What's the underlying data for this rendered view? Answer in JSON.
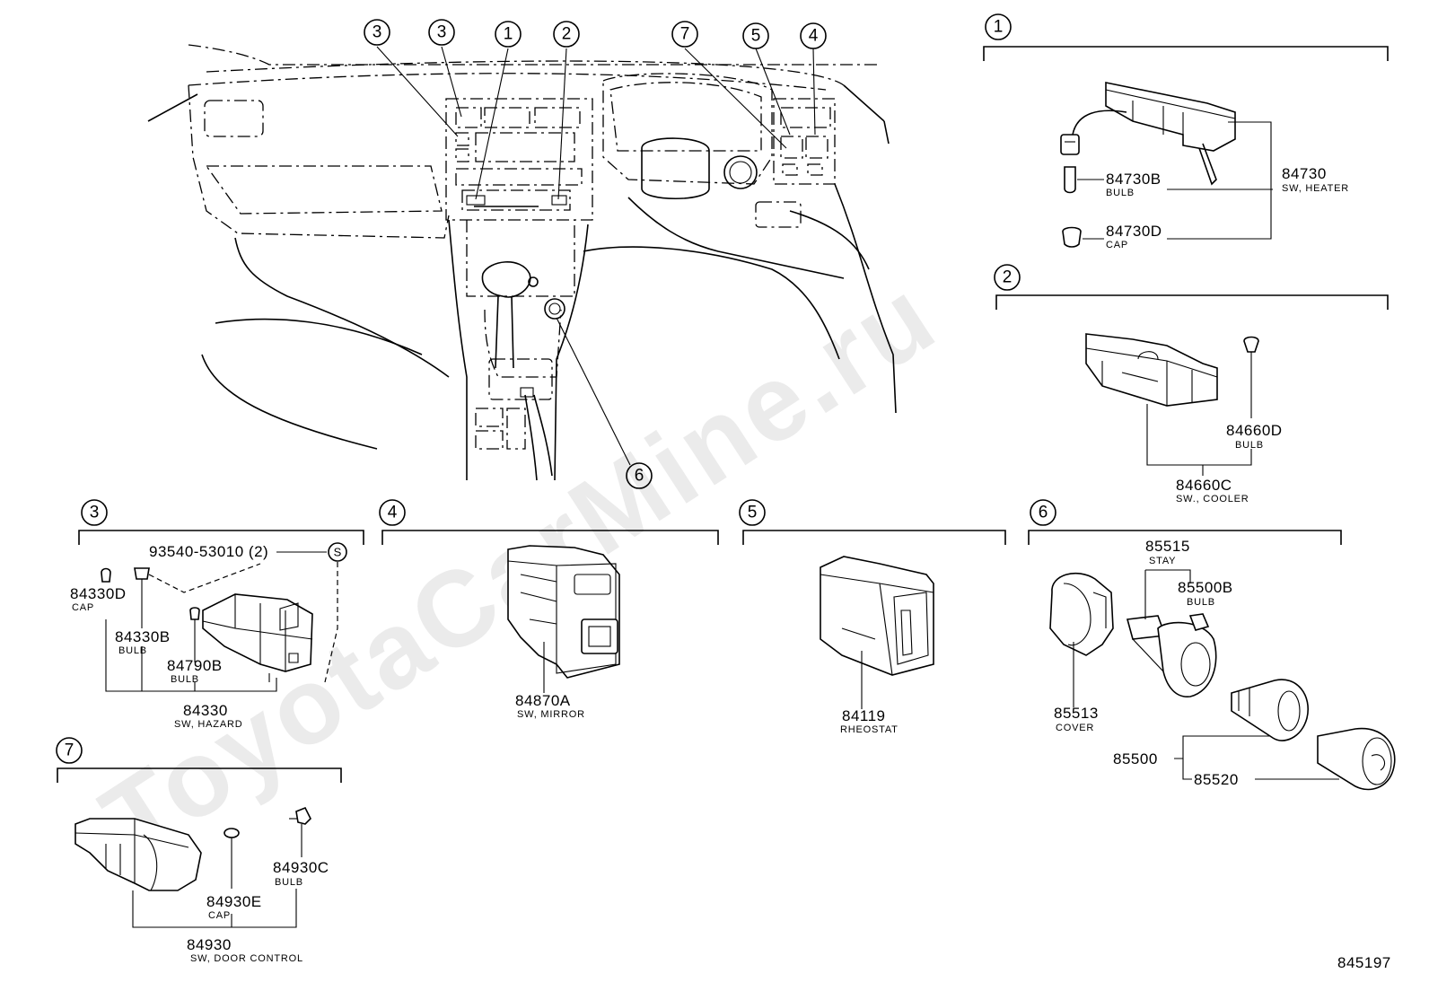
{
  "watermark": "ToyotaCarMine.ru",
  "diagram_code": "845197",
  "overview_callouts": [
    "3",
    "3",
    "1",
    "2",
    "7",
    "5",
    "4",
    "6"
  ],
  "sections": [
    {
      "number": "1",
      "parts": [
        {
          "part_no": "84730",
          "desc": "SW, HEATER"
        },
        {
          "part_no": "84730B",
          "desc": "BULB"
        },
        {
          "part_no": "84730D",
          "desc": "CAP"
        }
      ]
    },
    {
      "number": "2",
      "parts": [
        {
          "part_no": "84660D",
          "desc": "BULB"
        },
        {
          "part_no": "84660C",
          "desc": "SW., COOLER"
        }
      ]
    },
    {
      "number": "3",
      "parts": [
        {
          "part_no": "93540-53010 (2)",
          "desc": "",
          "symbol": "S"
        },
        {
          "part_no": "84330D",
          "desc": "CAP"
        },
        {
          "part_no": "84330B",
          "desc": "BULB"
        },
        {
          "part_no": "84790B",
          "desc": "BULB"
        },
        {
          "part_no": "84330",
          "desc": "SW, HAZARD"
        }
      ]
    },
    {
      "number": "4",
      "parts": [
        {
          "part_no": "84870A",
          "desc": "SW, MIRROR"
        }
      ]
    },
    {
      "number": "5",
      "parts": [
        {
          "part_no": "84119",
          "desc": "RHEOSTAT"
        }
      ]
    },
    {
      "number": "6",
      "parts": [
        {
          "part_no": "85515",
          "desc": "STAY"
        },
        {
          "part_no": "85500B",
          "desc": "BULB"
        },
        {
          "part_no": "85513",
          "desc": "COVER"
        },
        {
          "part_no": "85500",
          "desc": ""
        },
        {
          "part_no": "85520",
          "desc": ""
        }
      ]
    },
    {
      "number": "7",
      "parts": [
        {
          "part_no": "84930C",
          "desc": "BULB"
        },
        {
          "part_no": "84930E",
          "desc": "CAP"
        },
        {
          "part_no": "84930",
          "desc": "SW, DOOR CONTROL"
        }
      ]
    }
  ]
}
